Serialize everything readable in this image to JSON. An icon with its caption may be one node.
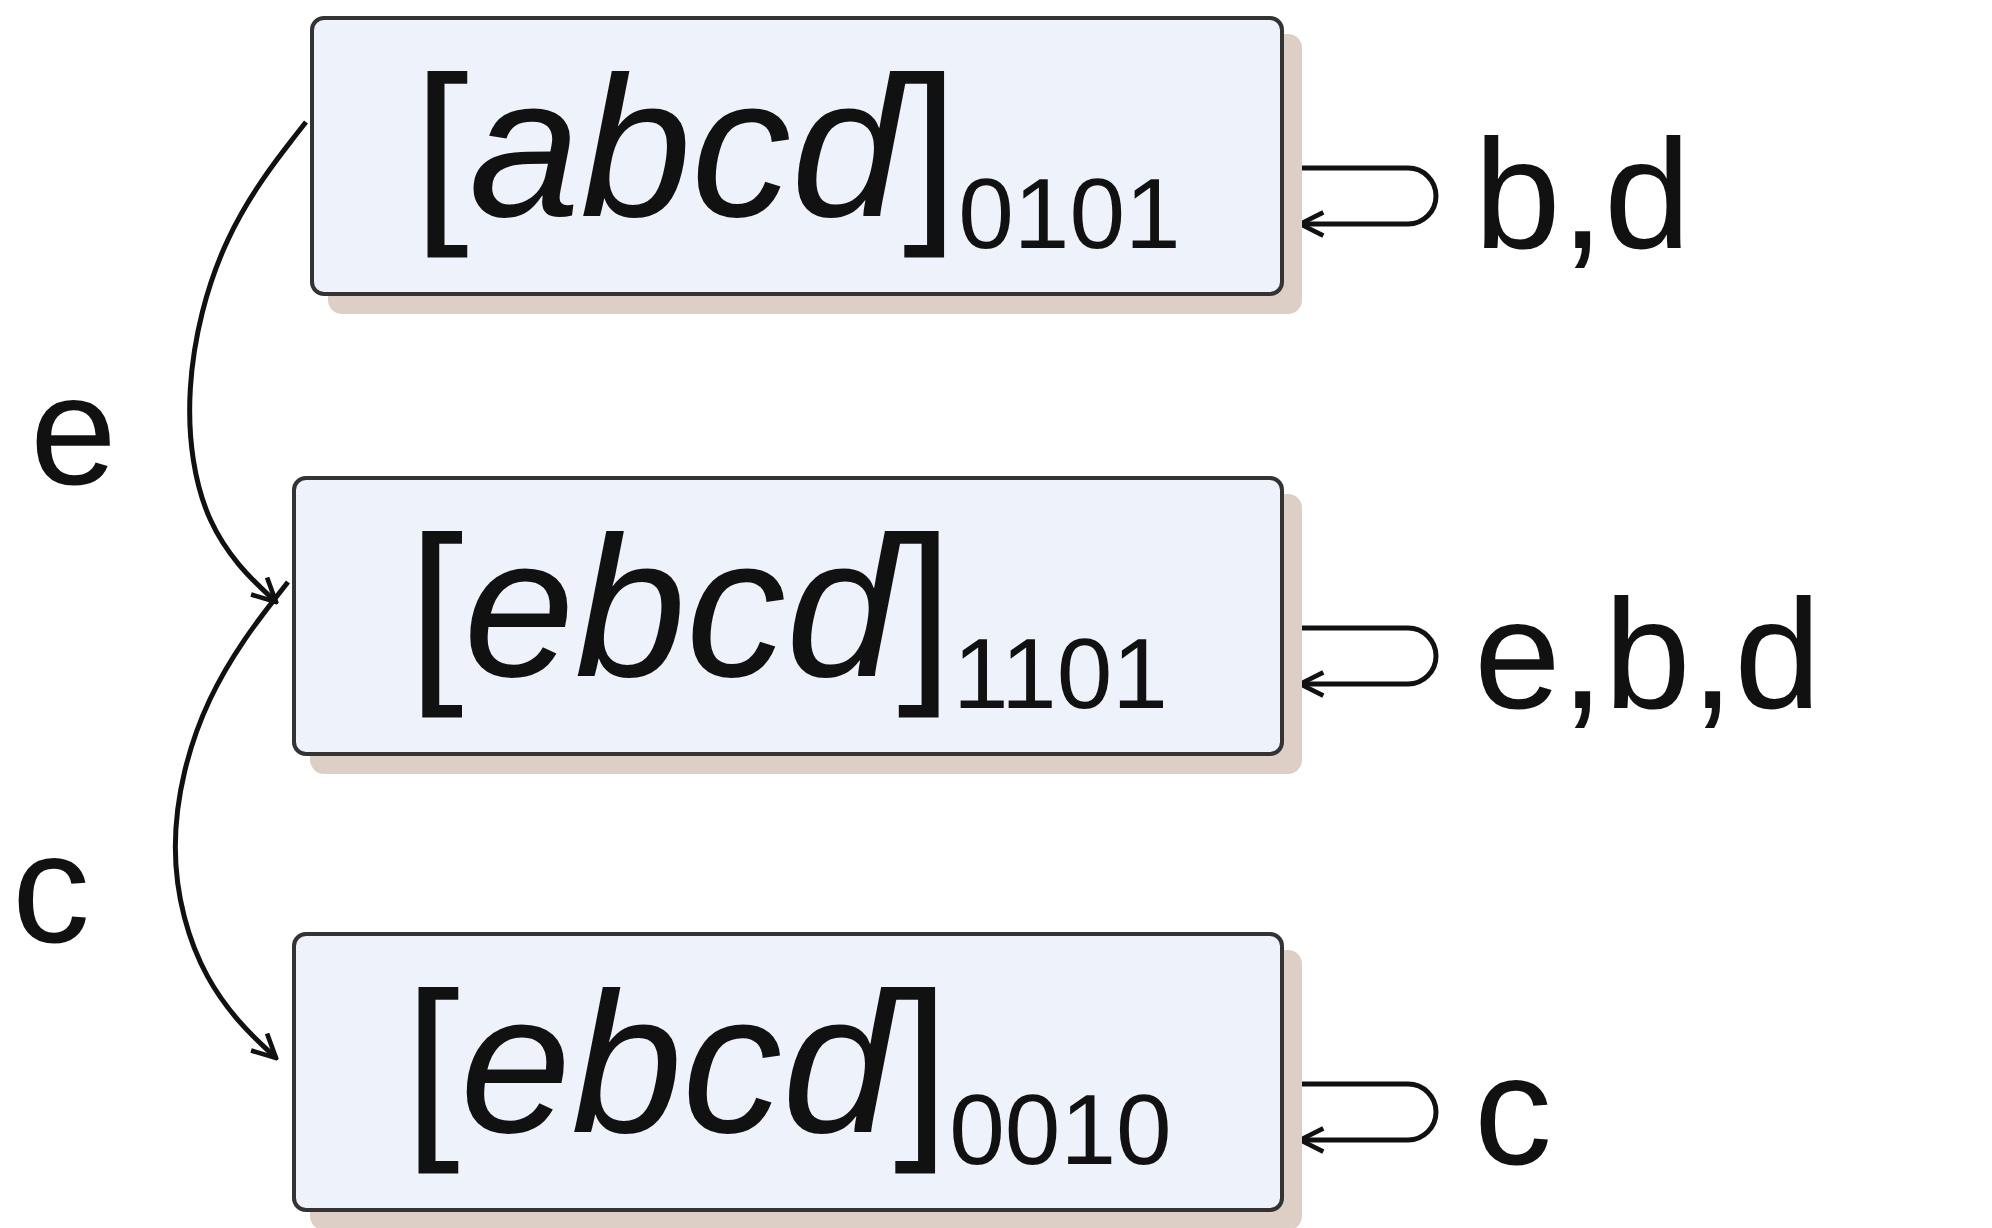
{
  "diagram": {
    "nodes": [
      {
        "text": [
          "[*abcd*]$_{0101}$"
        ]
      },
      {
        "text": [
          "[*ebcd*]$_{1101}$"
        ]
      },
      {
        "text": [
          "[*ebcd*]$_{0010}$"
        ]
      }
    ],
    "edges": [
      {
        "from": 0,
        "to": 1,
        "arrow": "to",
        "label": "e"
      },
      {
        "from": 1,
        "to": 2,
        "arrow": "to",
        "label": "c"
      },
      {
        "from": 0,
        "to": 0,
        "arrow": "to",
        "label": "b,d"
      },
      {
        "from": 1,
        "to": 1,
        "arrow": "to",
        "label": "e,b,d"
      },
      {
        "from": 2,
        "to": 2,
        "arrow": "to",
        "label": "c"
      }
    ]
  }
}
